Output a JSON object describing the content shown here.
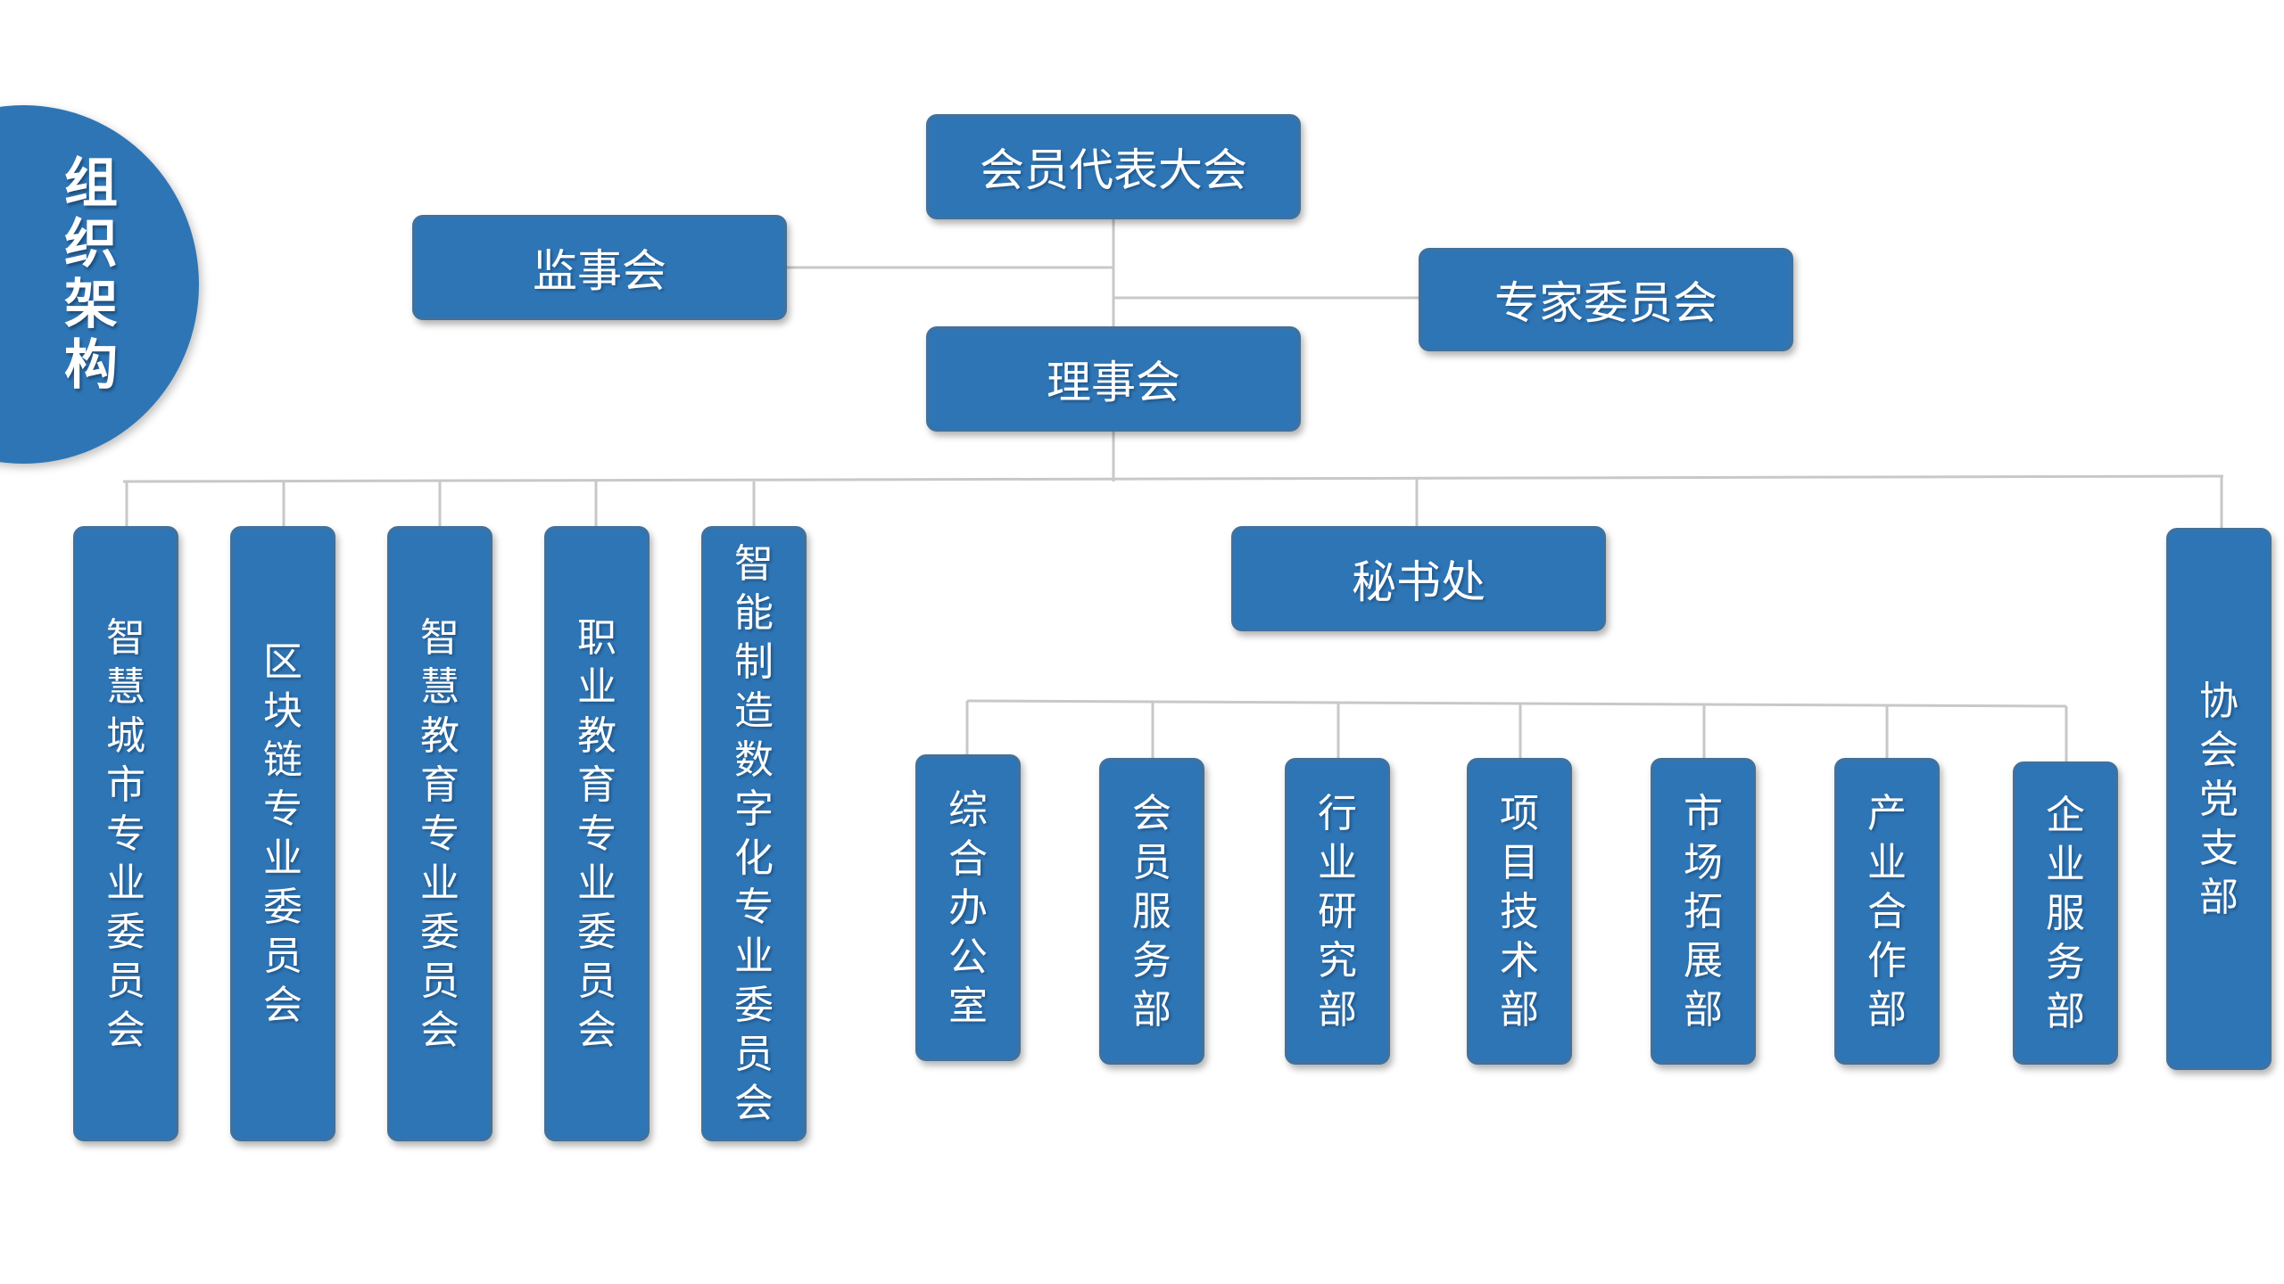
{
  "title": "组织架构",
  "top_nodes": {
    "assembly": "会员代表大会",
    "supervisory_board": "监事会",
    "expert_committee": "专家委员会",
    "council": "理事会",
    "secretariat": "秘书处"
  },
  "committees": [
    "智慧城市专业委员会",
    "区块链专业委员会",
    "智慧教育专业委员会",
    "职业教育专业委员会",
    "智能制造数字化专业委员会"
  ],
  "departments": [
    "综合办公室",
    "会员服务部",
    "行业研究部",
    "项目技术部",
    "市场拓展部",
    "产业合作部",
    "企业服务部"
  ],
  "party_branch": "协会党支部",
  "colors": {
    "box_fill": "#2e75b6",
    "box_border": "#41719c",
    "connector": "#c8c8c8",
    "text": "#ffffff"
  }
}
